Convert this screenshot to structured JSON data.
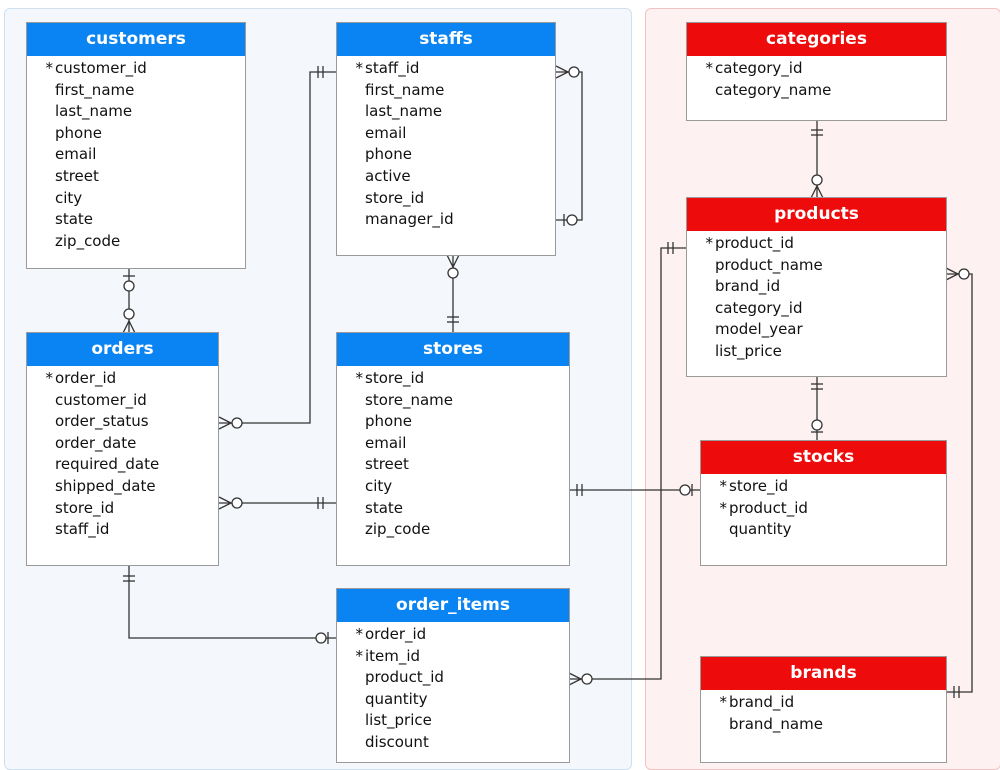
{
  "entities": {
    "customers": {
      "name": "customers",
      "fields": [
        {
          "key": "*",
          "name": "customer_id"
        },
        {
          "key": "",
          "name": "first_name"
        },
        {
          "key": "",
          "name": "last_name"
        },
        {
          "key": "",
          "name": "phone"
        },
        {
          "key": "",
          "name": "email"
        },
        {
          "key": "",
          "name": "street"
        },
        {
          "key": "",
          "name": "city"
        },
        {
          "key": "",
          "name": "state"
        },
        {
          "key": "",
          "name": "zip_code"
        }
      ]
    },
    "staffs": {
      "name": "staffs",
      "fields": [
        {
          "key": "*",
          "name": "staff_id"
        },
        {
          "key": "",
          "name": "first_name"
        },
        {
          "key": "",
          "name": "last_name"
        },
        {
          "key": "",
          "name": "email"
        },
        {
          "key": "",
          "name": "phone"
        },
        {
          "key": "",
          "name": "active"
        },
        {
          "key": "",
          "name": "store_id"
        },
        {
          "key": "",
          "name": "manager_id"
        }
      ]
    },
    "orders": {
      "name": "orders",
      "fields": [
        {
          "key": "*",
          "name": "order_id"
        },
        {
          "key": "",
          "name": "customer_id"
        },
        {
          "key": "",
          "name": "order_status"
        },
        {
          "key": "",
          "name": "order_date"
        },
        {
          "key": "",
          "name": "required_date"
        },
        {
          "key": "",
          "name": "shipped_date"
        },
        {
          "key": "",
          "name": "store_id"
        },
        {
          "key": "",
          "name": "staff_id"
        }
      ]
    },
    "stores": {
      "name": "stores",
      "fields": [
        {
          "key": "*",
          "name": "store_id"
        },
        {
          "key": "",
          "name": "store_name"
        },
        {
          "key": "",
          "name": "phone"
        },
        {
          "key": "",
          "name": "email"
        },
        {
          "key": "",
          "name": "street"
        },
        {
          "key": "",
          "name": "city"
        },
        {
          "key": "",
          "name": "state"
        },
        {
          "key": "",
          "name": "zip_code"
        }
      ]
    },
    "order_items": {
      "name": "order_items",
      "fields": [
        {
          "key": "*",
          "name": "order_id"
        },
        {
          "key": "*",
          "name": "item_id"
        },
        {
          "key": "",
          "name": "product_id"
        },
        {
          "key": "",
          "name": "quantity"
        },
        {
          "key": "",
          "name": "list_price"
        },
        {
          "key": "",
          "name": "discount"
        }
      ]
    },
    "categories": {
      "name": "categories",
      "fields": [
        {
          "key": "*",
          "name": "category_id"
        },
        {
          "key": "",
          "name": "category_name"
        }
      ]
    },
    "products": {
      "name": "products",
      "fields": [
        {
          "key": "*",
          "name": "product_id"
        },
        {
          "key": "",
          "name": "product_name"
        },
        {
          "key": "",
          "name": "brand_id"
        },
        {
          "key": "",
          "name": "category_id"
        },
        {
          "key": "",
          "name": "model_year"
        },
        {
          "key": "",
          "name": "list_price"
        }
      ]
    },
    "stocks": {
      "name": "stocks",
      "fields": [
        {
          "key": "*",
          "name": "store_id"
        },
        {
          "key": "*",
          "name": "product_id"
        },
        {
          "key": "",
          "name": "quantity"
        }
      ]
    },
    "brands": {
      "name": "brands",
      "fields": [
        {
          "key": "*",
          "name": "brand_id"
        },
        {
          "key": "",
          "name": "brand_name"
        }
      ]
    }
  },
  "colors": {
    "sales_header": "#0a84f2",
    "production_header": "#ee0b0b",
    "line": "#333333"
  }
}
